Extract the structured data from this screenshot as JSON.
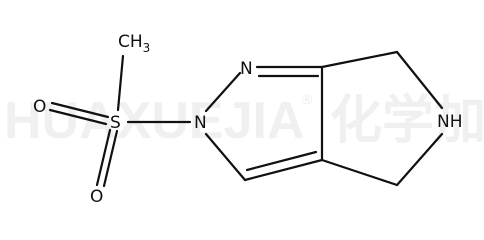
{
  "watermark": {
    "latin": "HUAXUEJIA",
    "registered": "®",
    "chinese": "化学加"
  },
  "molecule": {
    "atoms": {
      "ch3": {
        "element": "CH",
        "subscript": "3"
      },
      "s": "S",
      "o_upper": "O",
      "o_lower": "O",
      "n1": "N",
      "n2": "N",
      "nh": "NH"
    }
  }
}
